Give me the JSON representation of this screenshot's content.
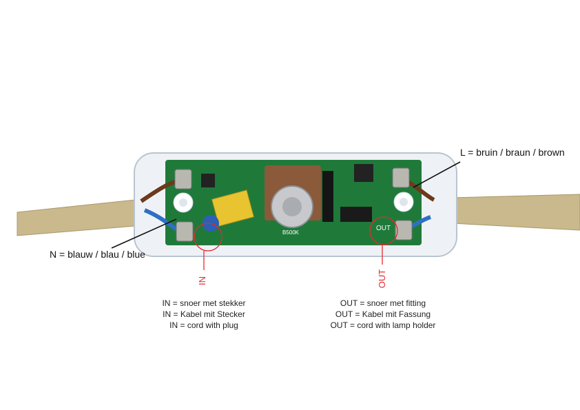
{
  "labels": {
    "live": "L = bruin / braun / brown",
    "neutral": "N = blauw / blau / blue",
    "in_marker": "IN",
    "out_marker": "OUT",
    "pcb_out_print": "OUT",
    "pot_print": "B500K"
  },
  "in_descriptions": [
    "IN = snoer met stekker",
    "IN = Kabel mit Stecker",
    "IN = cord with plug"
  ],
  "out_descriptions": [
    "OUT = snoer met fitting",
    "OUT = Kabel mit Fassung",
    "OUT = cord with lamp holder"
  ],
  "colors": {
    "marker": "#e8282e",
    "pcb": "#1f7a3a",
    "cord": "#c9b98c",
    "live_wire": "#6b3a1c",
    "neutral_wire": "#2f6fc4"
  }
}
